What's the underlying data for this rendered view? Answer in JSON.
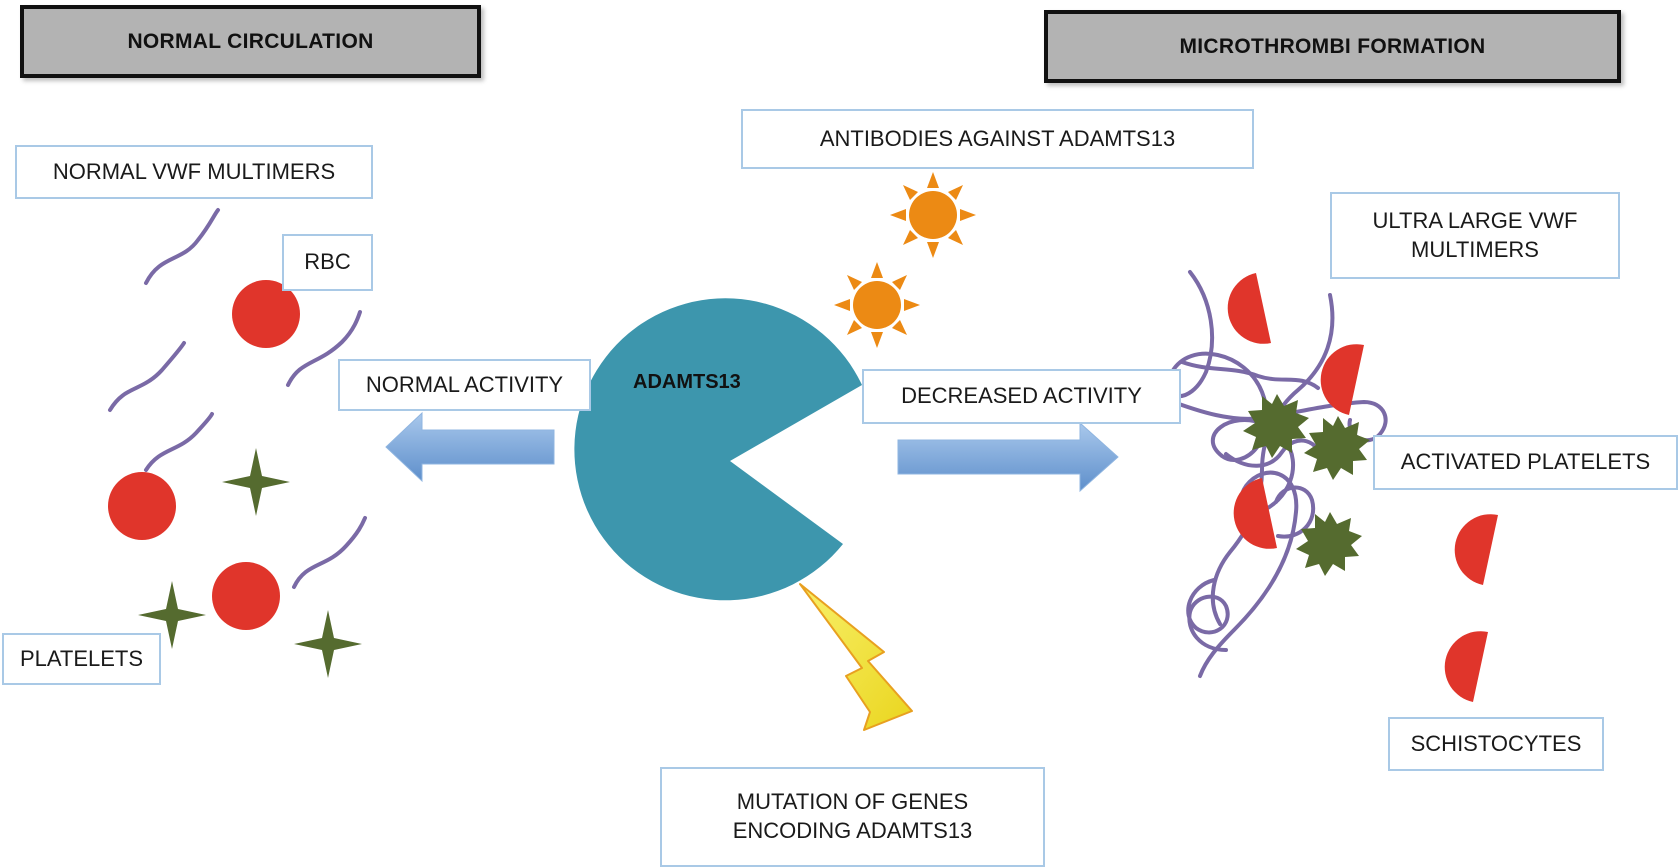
{
  "headers": {
    "left": "NORMAL CIRCULATION",
    "right": "MICROTHROMBI FORMATION"
  },
  "labels": {
    "normal_vwf": "NORMAL VWF MULTIMERS",
    "rbc": "RBC",
    "normal_activity": "NORMAL ACTIVITY",
    "platelets": "PLATELETS",
    "antibodies": "ANTIBODIES AGAINST ADAMTS13",
    "adamts13": "ADAMTS13",
    "decreased_activity": "DECREASED ACTIVITY",
    "ultra_large_vwf": "ULTRA LARGE VWF MULTIMERS",
    "activated_platelets": "ACTIVATED PLATELETS",
    "schistocytes": "SCHISTOCYTES",
    "mutation": "MUTATION OF GENES ENCODING ADAMTS13"
  },
  "colors": {
    "rbc": "#e0352b",
    "vwf": "#7a6aa6",
    "platelet": "#556b2f",
    "enzyme": "#3d96ad",
    "arrow": "#7fa9d8",
    "antibody": "#ec8a14",
    "bolt": "#f2e437"
  }
}
